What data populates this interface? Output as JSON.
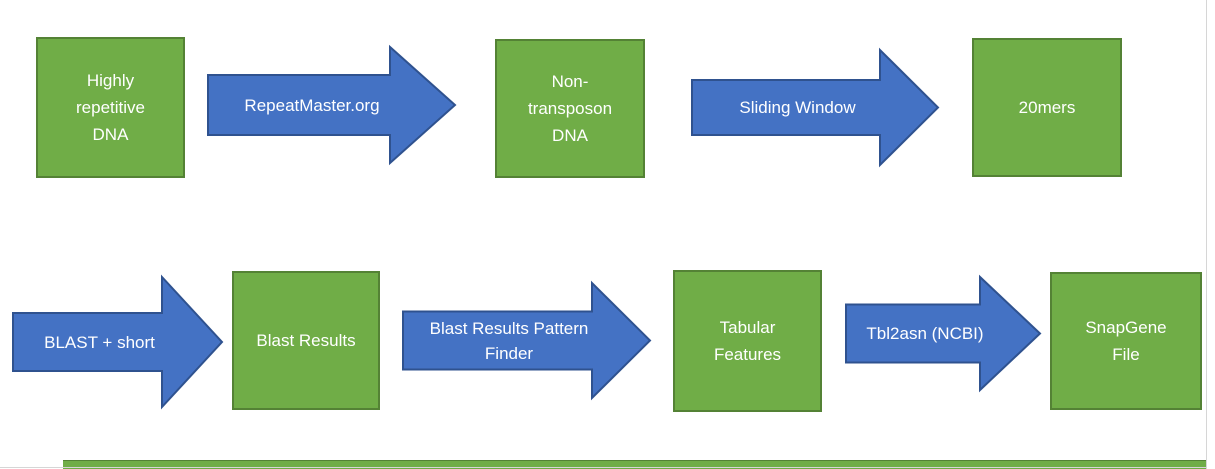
{
  "colors": {
    "box_fill": "#70ad47",
    "box_border": "#548235",
    "arrow_fill": "#4472c4",
    "arrow_border": "#2f528f",
    "label_text": "#ffffff",
    "page_edge": "#d6d6d6"
  },
  "diagram": {
    "row1": {
      "box_highly_repetitive_dna": "Highly\nrepetitive\nDNA",
      "arrow_repeatmaster": "RepeatMaster.org",
      "box_non_transposon_dna": "Non-\ntransposon\nDNA",
      "arrow_sliding_window": "Sliding Window",
      "box_20mers": "20mers"
    },
    "row2": {
      "arrow_blast_short": "BLAST + short",
      "box_blast_results": "Blast Results",
      "arrow_blast_results_pattern_finder": "Blast Results Pattern\nFinder",
      "box_tabular_features": "Tabular\nFeatures",
      "arrow_tbl2asn": "Tbl2asn (NCBI)",
      "box_snapgene_file": "SnapGene\nFile"
    }
  }
}
